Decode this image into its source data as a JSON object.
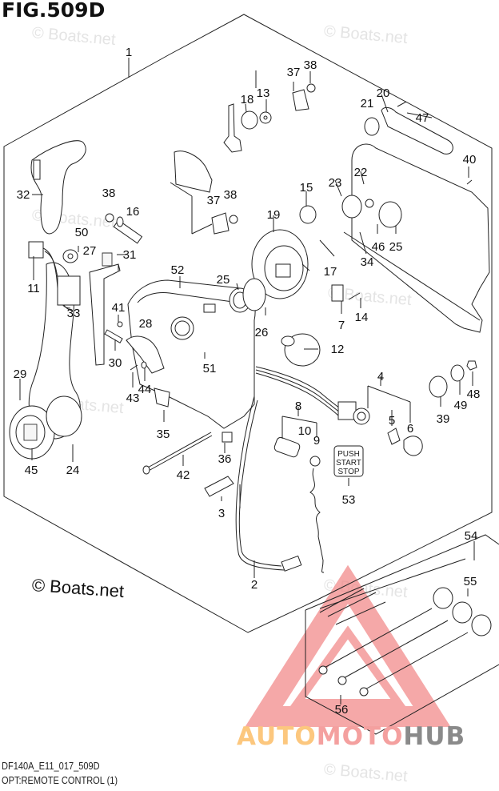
{
  "figure": {
    "title": "FIG.509D",
    "model_code": "DF140A_E11_017_509D",
    "caption": "OPT:REMOTE CONTROL (1)",
    "copyright": "© Boats.net",
    "watermark": "© Boats.net"
  },
  "brand_logo": {
    "part1": "AUTO",
    "part2": "MOTO",
    "part3": "HUB",
    "colors": {
      "auto": "#fcc77e",
      "moto": "#f4a09f",
      "hub": "#8a8a8a",
      "triangle": "#f28b8b"
    }
  },
  "push_button_label": [
    "PUSH",
    "START",
    "STOP"
  ],
  "callouts": {
    "c1": "1",
    "c2": "2",
    "c3": "3",
    "c4": "4",
    "c5": "5",
    "c6": "6",
    "c7": "7",
    "c8": "8",
    "c9": "9",
    "c10": "10",
    "c11": "11",
    "c12": "12",
    "c13": "13",
    "c14": "14",
    "c15": "15",
    "c16": "16",
    "c17": "17",
    "c18": "18",
    "c19": "19",
    "c20": "20",
    "c21": "21",
    "c22": "22",
    "c23": "23",
    "c24": "24",
    "c25a": "25",
    "c25b": "25",
    "c26": "26",
    "c27": "27",
    "c28": "28",
    "c29": "29",
    "c30": "30",
    "c31": "31",
    "c32": "32",
    "c33": "33",
    "c34": "34",
    "c35": "35",
    "c36": "36",
    "c37a": "37",
    "c37b": "37",
    "c38a": "38",
    "c38b": "38",
    "c38c": "38",
    "c39": "39",
    "c40": "40",
    "c41": "41",
    "c42": "42",
    "c43": "43",
    "c44": "44",
    "c45": "45",
    "c46": "46",
    "c47": "47",
    "c48": "48",
    "c49": "49",
    "c50": "50",
    "c51": "51",
    "c52": "52",
    "c53": "53",
    "c54": "54",
    "c55": "55",
    "c56": "56"
  }
}
